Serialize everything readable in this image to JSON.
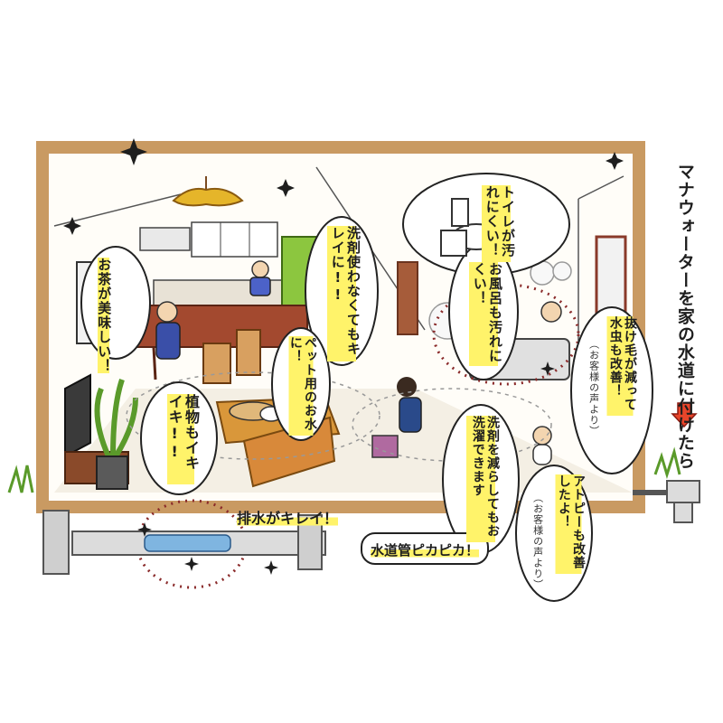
{
  "title": "マナウォーターを家の水道に付けたら",
  "arrow_color": "#e8452a",
  "highlight_color": "#fff36a",
  "bubbles": {
    "tea": "お茶が美味しい！",
    "detergent": "洗剤使わなくてもキレイに!!",
    "pet": "ペット用のお水に！",
    "plants": "植物もイキイキ!!",
    "toilet": "トイレが汚れにくい！",
    "bath": "お風呂も汚れにくい！",
    "hair": "抜け毛が減って水虫も改善！",
    "hair_note": "（お客様の声より）",
    "laundry": "洗剤を減らしてもお洗濯できます",
    "atopy": "アトピーも改善したよ！",
    "atopy_note": "（お客様の声より）"
  },
  "pipe_labels": {
    "drain": "排水がキレイ！",
    "pipe": "水道管ピカピカ！"
  }
}
